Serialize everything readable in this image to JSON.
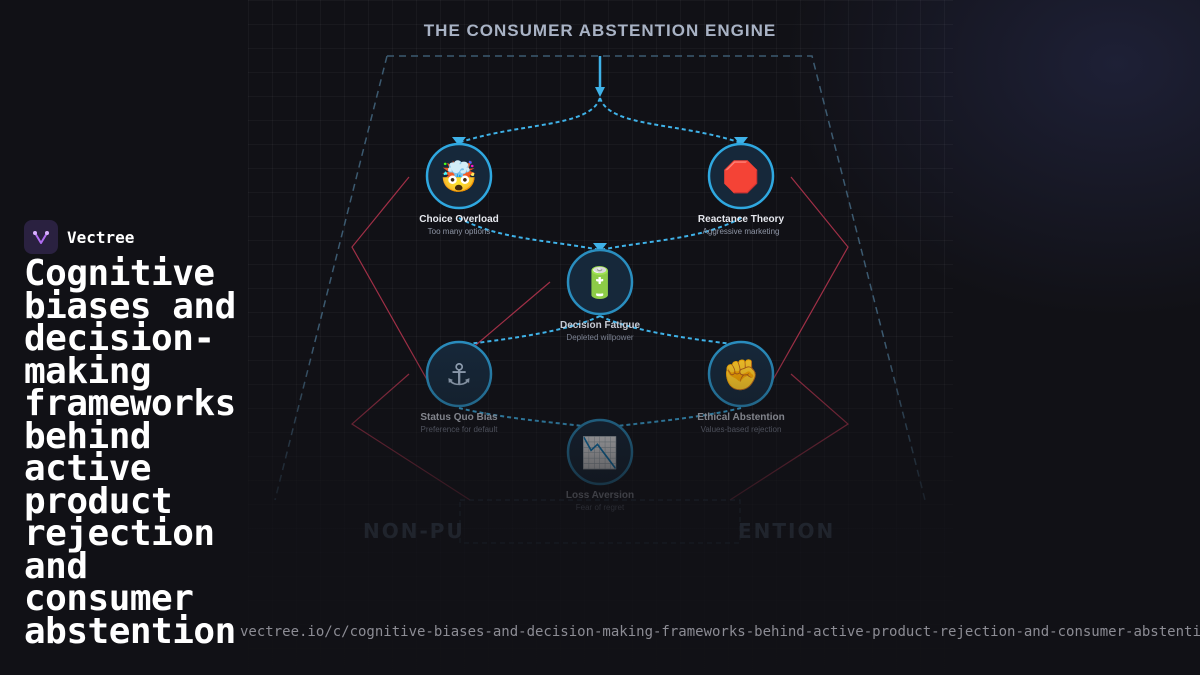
{
  "brand": {
    "name": "Vectree",
    "logo_icon": "vectree-logo-icon"
  },
  "headline": "Cognitive biases and decision-making frameworks behind active product rejection and consumer abstention",
  "diagram": {
    "title": "THE CONSUMER ABSTENTION ENGINE",
    "nodes": [
      {
        "id": "choice",
        "icon": "exploding-head-emoji",
        "glyph": "🤯",
        "label": "Choice Overload",
        "sublabel": "Too many options"
      },
      {
        "id": "reactance",
        "icon": "stop-sign-emoji",
        "glyph": "🛑",
        "label": "Reactance Theory",
        "sublabel": "Aggressive marketing"
      },
      {
        "id": "fatigue",
        "icon": "battery-emoji",
        "glyph": "🔋",
        "label": "Decision Fatigue",
        "sublabel": "Depleted willpower"
      },
      {
        "id": "statusquo",
        "icon": "anchor-emoji",
        "glyph": "⚓",
        "label": "Status Quo Bias",
        "sublabel": "Preference for default"
      },
      {
        "id": "ethical",
        "icon": "raised-fist-emoji",
        "glyph": "✊",
        "label": "Ethical Abstention",
        "sublabel": "Values-based rejection"
      },
      {
        "id": "loss",
        "icon": "chart-decreasing-emoji",
        "glyph": "📉",
        "label": "Loss Aversion",
        "sublabel": "Fear of regret"
      }
    ],
    "outcome": {
      "left": "NON-PU",
      "right": "ENTION"
    },
    "colors": {
      "accent": "#3fb2e8",
      "warning": "#d03a57",
      "frame": "#3c5a70",
      "title": "#a9b3c5"
    }
  },
  "footer": {
    "url": "vectree.io/c/cognitive-biases-and-decision-making-frameworks-behind-active-product-rejection-and-consumer-abstention"
  }
}
